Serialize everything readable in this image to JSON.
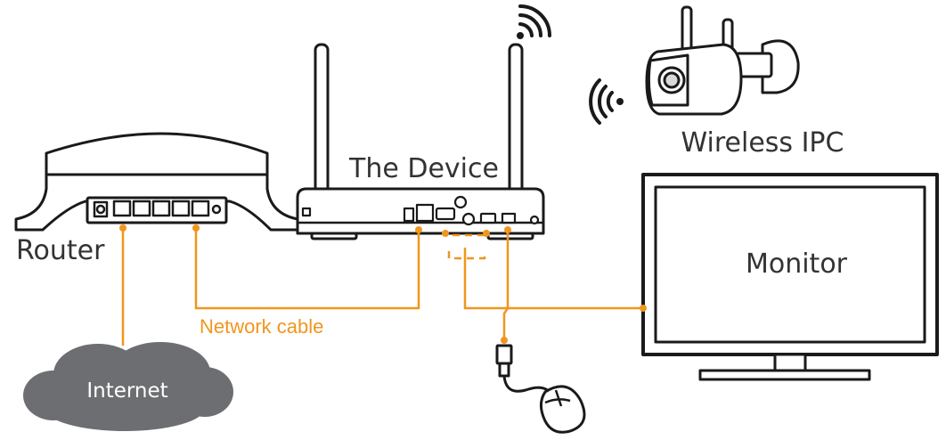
{
  "diagram": {
    "labels": {
      "router": "Router",
      "device": "The Device",
      "wireless_ipc": "Wireless IPC",
      "monitor": "Monitor",
      "internet": "Internet",
      "network_cable": "Network cable"
    },
    "colors": {
      "cable": "#f0961e",
      "line": "#1a1a1a",
      "cloud": "#6d6e71",
      "text": "#333333",
      "internet_text": "#ffffff"
    },
    "icons": [
      "router-icon",
      "nvr-device-icon",
      "antenna-icon",
      "wifi-signal-icon",
      "wireless-camera-icon",
      "monitor-icon",
      "cloud-icon",
      "usb-plug-icon",
      "mouse-icon"
    ]
  }
}
